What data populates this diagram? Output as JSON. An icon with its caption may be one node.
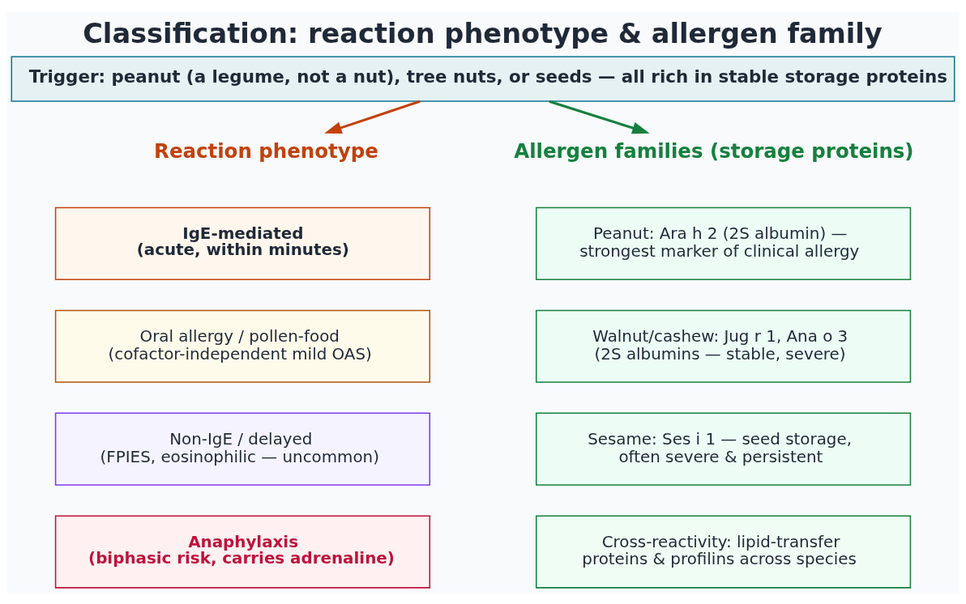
{
  "diagram": {
    "title": "Classification: reaction phenotype & allergen family",
    "nodes": [
      {
        "text": [
          "Trigger: peanut (a legume, not a nut), tree nuts, or seeds — all rich in stable storage proteins"
        ]
      },
      {
        "text": [
          "Reaction phenotype"
        ]
      },
      {
        "text": [
          "Allergen families (storage proteins)"
        ]
      },
      {
        "text": [
          "IgE-mediated (acute, within minutes)"
        ]
      },
      {
        "text": [
          "Oral allergy / pollen-food (cofactor-independent mild OAS)"
        ]
      },
      {
        "text": [
          "Non-IgE / delayed (FPIES, eosinophilic — uncommon)"
        ]
      },
      {
        "text": [
          "Anaphylaxis (biphasic risk, carries adrenaline)"
        ]
      },
      {
        "text": [
          "Peanut: Ara h 2 (2S albumin) — strongest marker of clinical allergy"
        ]
      },
      {
        "text": [
          "Walnut/cashew: Jug r 1, Ana o 3 (2S albumins — stable, severe)"
        ]
      },
      {
        "text": [
          "Sesame: Ses i 1 — seed storage, often severe & persistent"
        ]
      },
      {
        "text": [
          "Cross-reactivity: lipid-transfer proteins & profilins across species"
        ]
      }
    ],
    "edges": [
      {
        "from": 0,
        "to": 1,
        "arrow": "to",
        "color": "#c2410c"
      },
      {
        "from": 0,
        "to": 2,
        "arrow": "to",
        "color": "#15803d"
      }
    ]
  }
}
